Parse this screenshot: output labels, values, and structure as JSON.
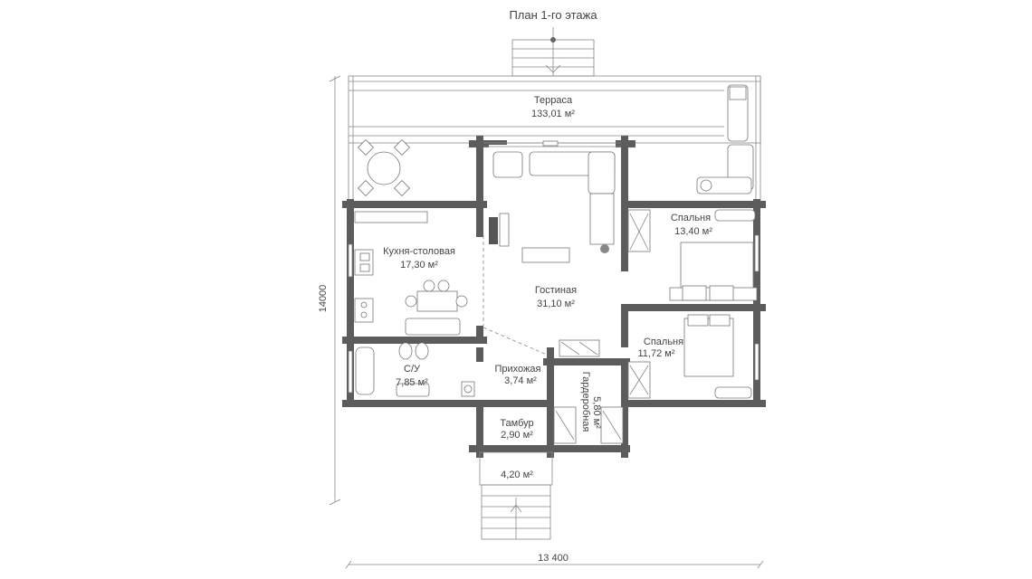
{
  "title": "План 1-го этажа",
  "dimensions": {
    "width": "13 400",
    "height": "14000"
  },
  "rooms": [
    {
      "name": "Терраса",
      "area": "133,01 м²"
    },
    {
      "name": "Кухня-столовая",
      "area": "17,30 м²"
    },
    {
      "name": "Гостиная",
      "area": "31,10 м²"
    },
    {
      "name": "Спальня",
      "area": "13,40 м²"
    },
    {
      "name": "Спальня",
      "area": "11,72 м²"
    },
    {
      "name": "С/У",
      "area": "7,85 м²"
    },
    {
      "name": "Прихожая",
      "area": "3,74 м²"
    },
    {
      "name": "Гардеробная",
      "area": "5,80 м²"
    },
    {
      "name": "Тамбур",
      "area": "2,90 м²"
    }
  ],
  "porch_area": "4,20 м²"
}
